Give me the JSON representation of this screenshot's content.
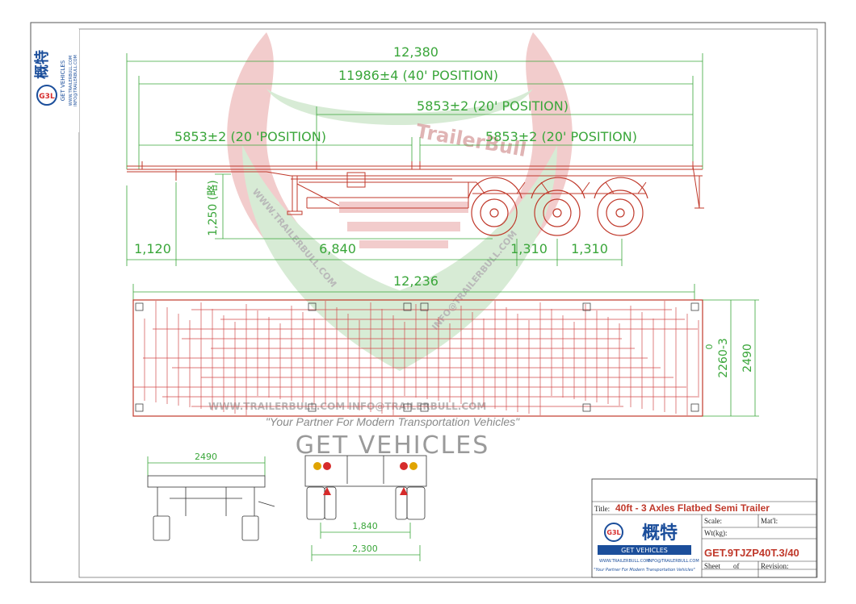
{
  "dimensions": {
    "overall_length": "12,380",
    "pos_40": "11986±4 (40' POSITION)",
    "pos_20_rear": "5853±2 (20' POSITION)",
    "pos_20_front": "5853±2 (20 'POSITION)",
    "pos_20_mid": "5853±2 (20' POSITION)",
    "deck_height": "1,250 (略)",
    "front_overhang": "1,120",
    "kingpin_to_axle": "6,840",
    "axle_spacing_1": "1,310",
    "axle_spacing_2": "1,310",
    "deck_length": "12,236",
    "inner_width": "2260-3",
    "inner_width_top": "0",
    "overall_width": "2490",
    "front_view_width": "2490",
    "track_inner": "1,840",
    "track_outer": "2,300"
  },
  "watermark": {
    "diag_left": "WWW.TRAILERBULL.COM",
    "diag_right": "INFO@TRAILERBULL.COM",
    "center_logo": "TrailerBull",
    "line": "WWW.TRAILERBULL.COM    INFO@TRAILERBULL.COM"
  },
  "slogan": "\"Your Partner For Modern Transportation Vehicles\"",
  "brand": "GET VEHICLES",
  "side_logo": {
    "cn": "概特",
    "en": "GET VEHICLES",
    "web": "WWW.TRAILERBULL.COM",
    "mail": "INFO@TRAILERBULL.COM"
  },
  "title_block": {
    "title_label": "Title:",
    "title_value": "40ft - 3 Axles Flatbed Semi Trailer",
    "scale_label": "Scale:",
    "matl_label": "Mat'l:",
    "wt_label": "Wt(kg):",
    "code": "GET.9TJZP40T.3/40",
    "sheet_label": "Sheet",
    "of_label": "of",
    "revision_label": "Revision:",
    "logo_cn": "概特",
    "logo_en": "GET VEHICLES",
    "logo_web": "WWW.TRAILERBULL.COM",
    "logo_mail": "INFO@TRAILERBULL.COM",
    "logo_slogan": "\"Your Partner For Modern Transportation Vehicles\""
  },
  "colors": {
    "dimension": "#3aa63a",
    "drawing": "#c0392b",
    "brand_blue": "#1b4e9b",
    "watermark_red": "#e8a3a3",
    "watermark_green": "#b7dcb3"
  }
}
